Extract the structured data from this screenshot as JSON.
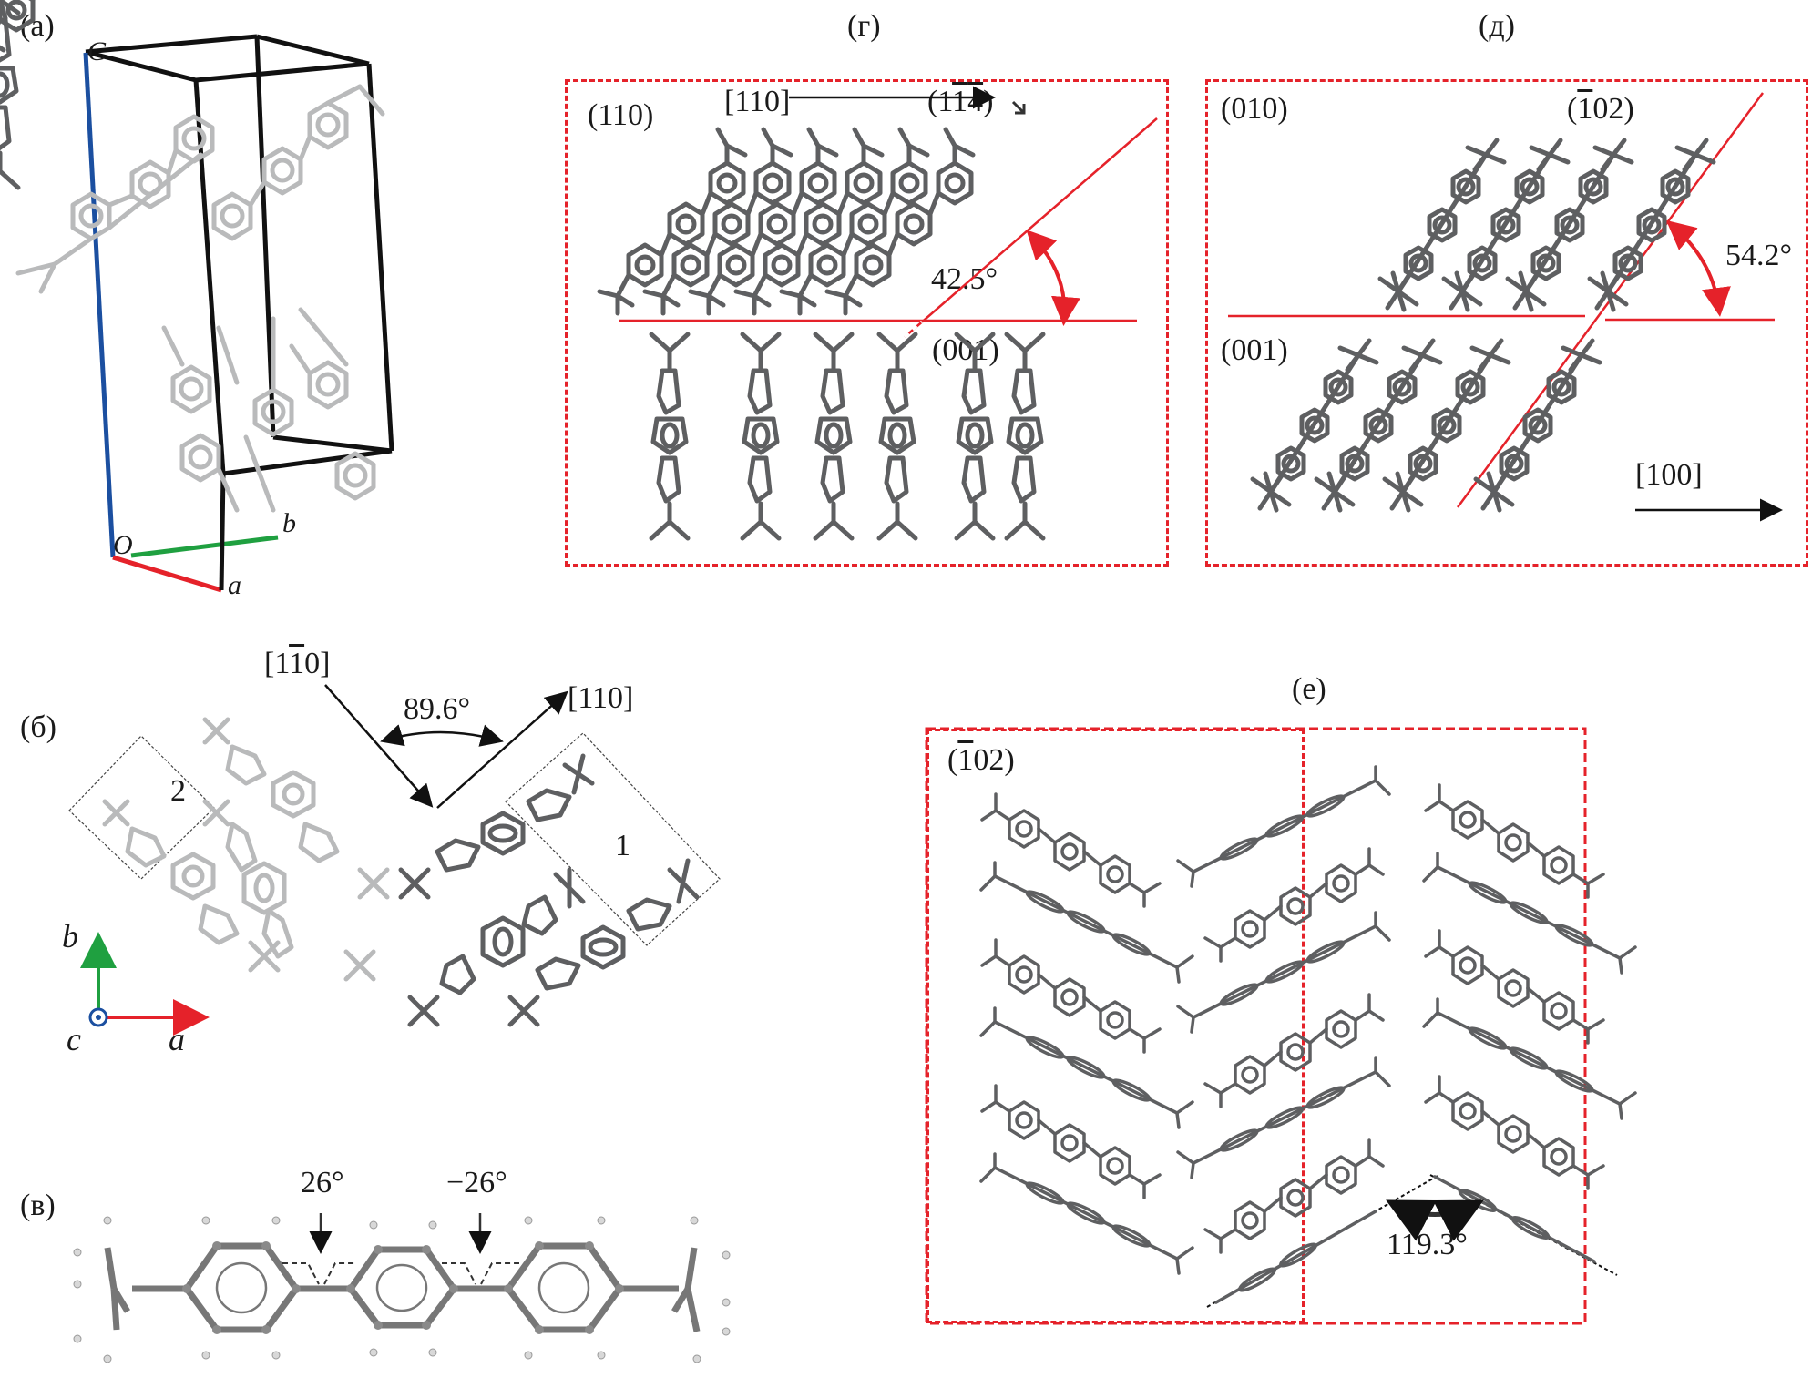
{
  "panels": {
    "a": {
      "label": "(a)",
      "axes": {
        "c": "C",
        "origin": "O",
        "a": "a",
        "b": "b"
      },
      "axis_colors": {
        "a": "#e5222a",
        "b": "#1fa040",
        "c": "#1b4fa0"
      }
    },
    "b": {
      "label": "(б)",
      "dir_1": "[1",
      "dir_1_bar": "1",
      "dir_1_end": "0]",
      "dir_2": "[110]",
      "angle": "89.6°",
      "group_1": "1",
      "group_2": "2",
      "axes": {
        "b": "b",
        "c": "c",
        "a": "a"
      }
    },
    "v": {
      "label": "(в)",
      "torsion_1": "26°",
      "torsion_2": "−26°"
    },
    "g": {
      "label": "(г)",
      "plane_view": "(110)",
      "direction": "[110]",
      "plane_tilted_pre": "(1",
      "plane_tilted_bar1": "1",
      "plane_tilted_bar2": "4",
      "plane_tilted_post": ")",
      "angle": "42.5°",
      "plane_base": "(001)"
    },
    "d": {
      "label": "(д)",
      "plane_view": "(010)",
      "plane_tilted_pre": "(",
      "plane_tilted_bar": "1",
      "plane_tilted_post": "02)",
      "angle": "54.2°",
      "plane_base": "(001)",
      "direction": "[100]"
    },
    "e": {
      "label": "(е)",
      "plane_pre": "(",
      "plane_bar": "1",
      "plane_post": "02)",
      "angle": "119.3°"
    }
  },
  "colors": {
    "frame": "#e5222a",
    "plane_line": "#e5222a",
    "molecule": "#5e5f61",
    "molecule_faded": "#b9babb"
  }
}
